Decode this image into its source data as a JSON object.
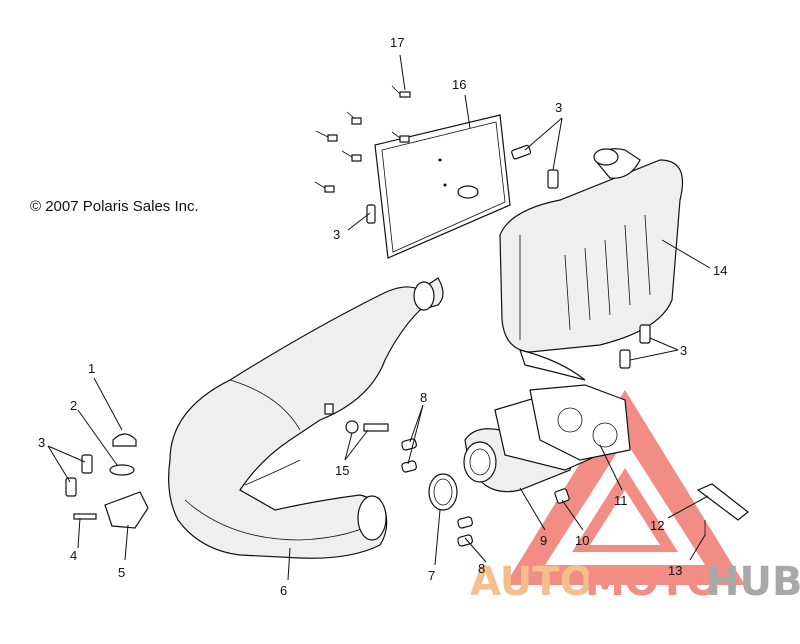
{
  "copyright": "© 2007 Polaris Sales Inc.",
  "callouts": {
    "c1": "1",
    "c2": "2",
    "c3a": "3",
    "c3b": "3",
    "c3c": "3",
    "c3d": "3",
    "c4": "4",
    "c5": "5",
    "c6": "6",
    "c7": "7",
    "c8a": "8",
    "c8b": "8",
    "c9": "9",
    "c10": "10",
    "c11": "11",
    "c12": "12",
    "c13": "13",
    "c14": "14",
    "c15": "15",
    "c16": "16",
    "c17": "17"
  },
  "watermark": {
    "brand_a": "AUTO",
    "brand_b": "MOTO",
    "brand_c": "HUB",
    "color_primary": "#f07a70",
    "color_secondary": "#f5b27a",
    "color_tertiary": "#9a9a9a"
  }
}
